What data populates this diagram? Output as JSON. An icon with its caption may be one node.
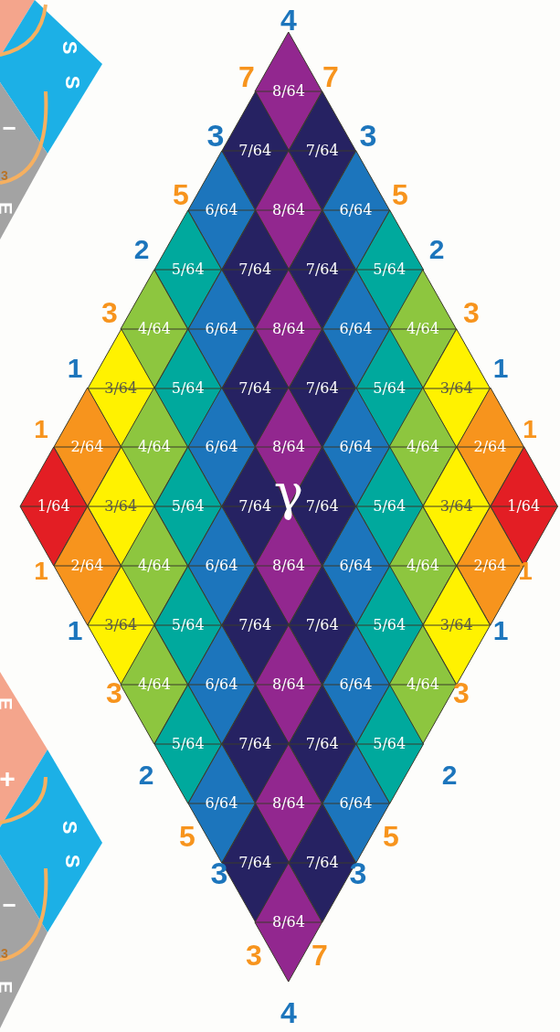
{
  "diagram": {
    "nodes": [
      {
        "text": [
          "8/64"
        ]
      },
      {
        "text": [
          "7/64"
        ]
      },
      {
        "text": [
          "7/64"
        ]
      },
      {
        "text": [
          "6/64"
        ]
      },
      {
        "text": [
          "8/64"
        ]
      },
      {
        "text": [
          "6/64"
        ]
      },
      {
        "text": [
          "5/64"
        ]
      },
      {
        "text": [
          "7/64"
        ]
      },
      {
        "text": [
          "7/64"
        ]
      },
      {
        "text": [
          "5/64"
        ]
      },
      {
        "text": [
          "4/64"
        ]
      },
      {
        "text": [
          "6/64"
        ]
      },
      {
        "text": [
          "8/64"
        ]
      },
      {
        "text": [
          "6/64"
        ]
      },
      {
        "text": [
          "4/64"
        ]
      },
      {
        "text": [
          "3/64"
        ]
      },
      {
        "text": [
          "5/64"
        ]
      },
      {
        "text": [
          "7/64"
        ]
      },
      {
        "text": [
          "7/64"
        ]
      },
      {
        "text": [
          "5/64"
        ]
      },
      {
        "text": [
          "3/64"
        ]
      },
      {
        "text": [
          "2/64"
        ]
      },
      {
        "text": [
          "4/64"
        ]
      },
      {
        "text": [
          "6/64"
        ]
      },
      {
        "text": [
          "8/64"
        ]
      },
      {
        "text": [
          "6/64"
        ]
      },
      {
        "text": [
          "4/64"
        ]
      },
      {
        "text": [
          "2/64"
        ]
      },
      {
        "text": [
          "1/64"
        ]
      },
      {
        "text": [
          "3/64"
        ]
      },
      {
        "text": [
          "5/64"
        ]
      },
      {
        "text": [
          "7/64"
        ]
      },
      {
        "text": [
          "7/64"
        ]
      },
      {
        "text": [
          "5/64"
        ]
      },
      {
        "text": [
          "3/64"
        ]
      },
      {
        "text": [
          "1/64"
        ]
      },
      {
        "text": [
          "2/64"
        ]
      },
      {
        "text": [
          "4/64"
        ]
      },
      {
        "text": [
          "6/64"
        ]
      },
      {
        "text": [
          "8/64"
        ]
      },
      {
        "text": [
          "6/64"
        ]
      },
      {
        "text": [
          "4/64"
        ]
      },
      {
        "text": [
          "2/64"
        ]
      },
      {
        "text": [
          "3/64"
        ]
      },
      {
        "text": [
          "5/64"
        ]
      },
      {
        "text": [
          "7/64"
        ]
      },
      {
        "text": [
          "7/64"
        ]
      },
      {
        "text": [
          "5/64"
        ]
      },
      {
        "text": [
          "3/64"
        ]
      },
      {
        "text": [
          "4/64"
        ]
      },
      {
        "text": [
          "6/64"
        ]
      },
      {
        "text": [
          "8/64"
        ]
      },
      {
        "text": [
          "6/64"
        ]
      },
      {
        "text": [
          "4/64"
        ]
      },
      {
        "text": [
          "5/64"
        ]
      },
      {
        "text": [
          "7/64"
        ]
      },
      {
        "text": [
          "7/64"
        ]
      },
      {
        "text": [
          "5/64"
        ]
      },
      {
        "text": [
          "6/64"
        ]
      },
      {
        "text": [
          "8/64"
        ]
      },
      {
        "text": [
          "6/64"
        ]
      },
      {
        "text": [
          "7/64"
        ]
      },
      {
        "text": [
          "7/64"
        ]
      },
      {
        "text": [
          "8/64"
        ]
      }
    ],
    "labels": [
      "4",
      "S",
      "S",
      "−",
      "3",
      "E",
      "7",
      "7",
      "3",
      "3",
      "5",
      "5",
      "2",
      "2",
      "3",
      "3",
      "1",
      "1",
      "1",
      "1",
      "γ",
      "1",
      "1",
      "1",
      "1",
      "E",
      "+",
      "3",
      "3",
      "S",
      "S",
      "2",
      "2",
      "−",
      "5",
      "5",
      "3",
      "3",
      "3",
      "E",
      "3",
      "7",
      "4"
    ]
  }
}
